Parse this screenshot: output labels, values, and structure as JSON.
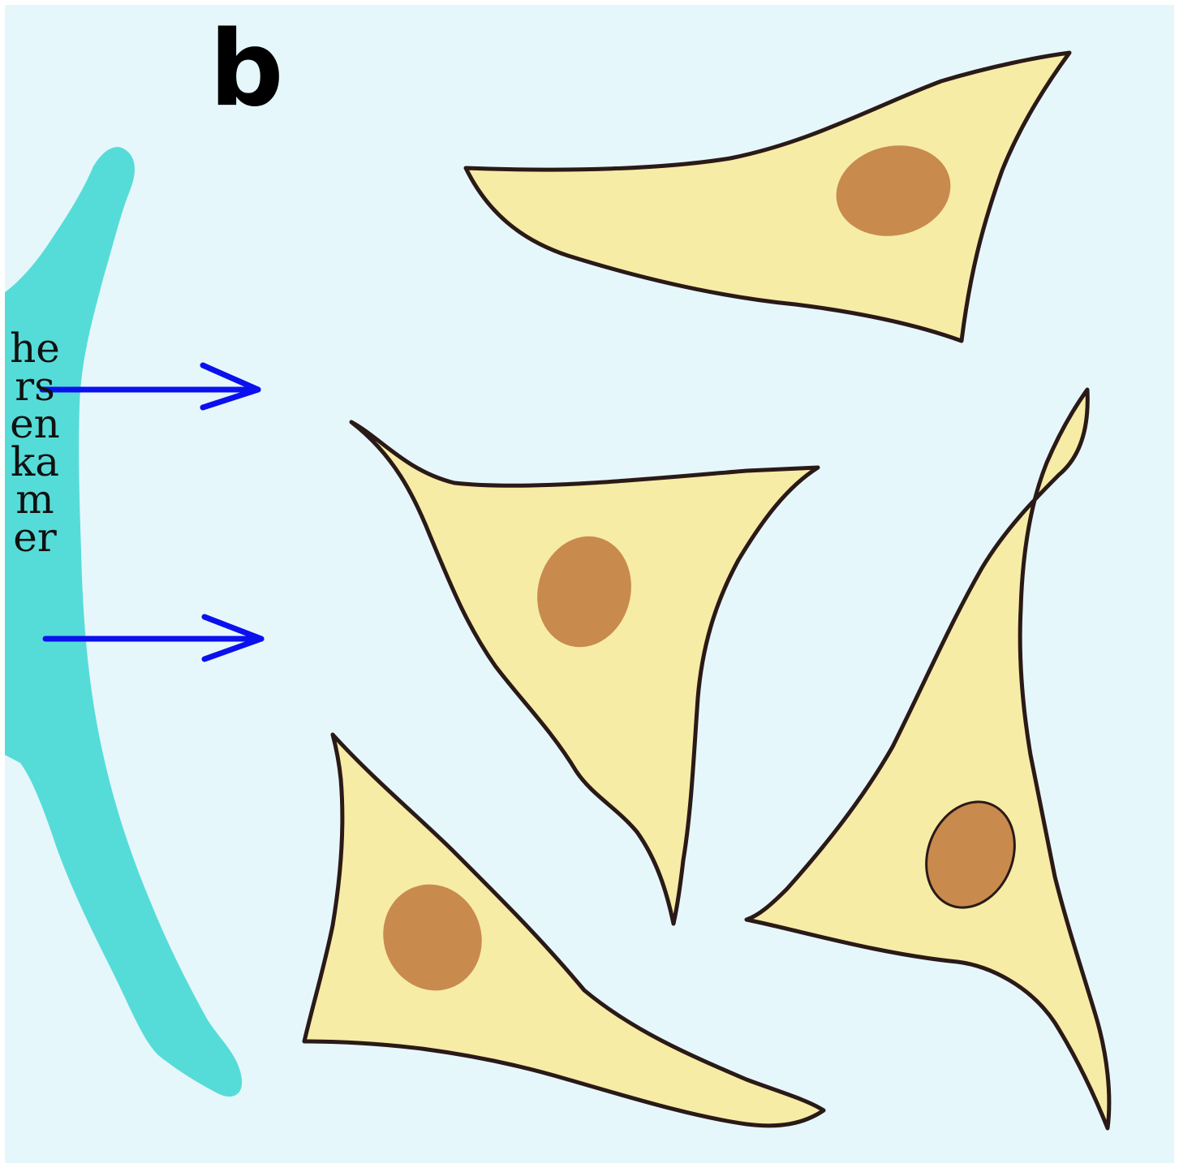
{
  "figure": {
    "panel_label": "b",
    "region_label": "hersenkamer"
  },
  "colors": {
    "background": "#e6f7fb",
    "ventricle": "#56dcd8",
    "cell_body": "#f6eca6",
    "cell_outline": "#2a1a17",
    "nucleus": "#c98a4e",
    "arrow": "#0b10ee"
  },
  "elements": {
    "cells": [
      {
        "name": "upper-cell",
        "shape": "spindle, pointed right"
      },
      {
        "name": "middle-cell",
        "shape": "triangular, tapering downward"
      },
      {
        "name": "lower-left-cell",
        "shape": "triangular, pointed lower right"
      },
      {
        "name": "right-cell",
        "shape": "elongated, pointed upward"
      }
    ],
    "arrows": [
      "upper-arrow",
      "lower-arrow"
    ]
  }
}
